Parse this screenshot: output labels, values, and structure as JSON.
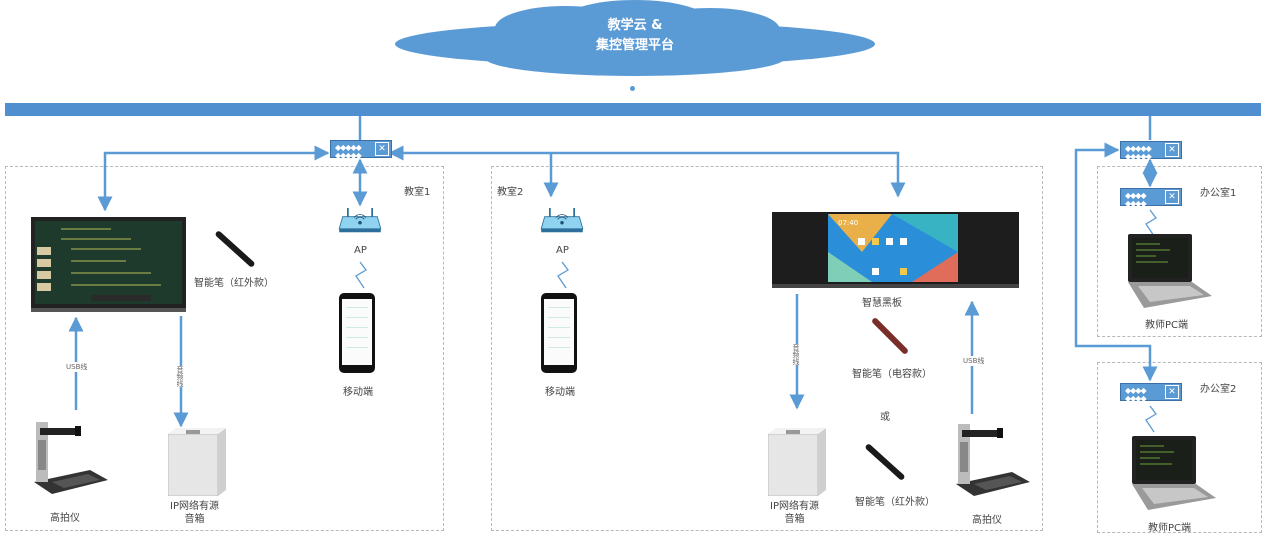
{
  "cloud": {
    "line1": "教学云 &",
    "line2": "集控管理平台",
    "color": "#5b9bd5"
  },
  "classroom1": {
    "title": "教室1",
    "pen_label": "智能笔（红外款）",
    "ap_label": "AP",
    "mobile_label": "移动端",
    "usb_label": "USB线",
    "audio_cable_label": "音频线",
    "visualizer_label": "高拍仪",
    "speaker_label_line1": "IP网络有源",
    "speaker_label_line2": "音箱"
  },
  "classroom2": {
    "title": "教室2",
    "ap_label": "AP",
    "mobile_label": "移动端",
    "blackboard_label": "智慧黑板",
    "blackboard_time": "07:40",
    "pen_capacitive_label": "智能笔（电容款）",
    "or_label": "或",
    "pen_ir_label": "智能笔（红外款）",
    "audio_cable_label": "音频线",
    "usb_label": "USB线",
    "speaker_label_line1": "IP网络有源",
    "speaker_label_line2": "音箱",
    "visualizer_label": "高拍仪"
  },
  "office1": {
    "title": "办公室1",
    "pc_label": "教师PC端"
  },
  "office2": {
    "title": "办公室2",
    "pc_label": "教师PC端"
  },
  "colors": {
    "line": "#5b9bd5",
    "bus": "#4f8fcf",
    "zone_border": "#b8b8b8"
  },
  "icons": [
    "cloud-icon",
    "switch-icon",
    "ap-icon",
    "smartphone-icon",
    "smart-pen-icon",
    "document-camera-icon",
    "speaker-icon",
    "blackboard-icon",
    "laptop-icon"
  ]
}
